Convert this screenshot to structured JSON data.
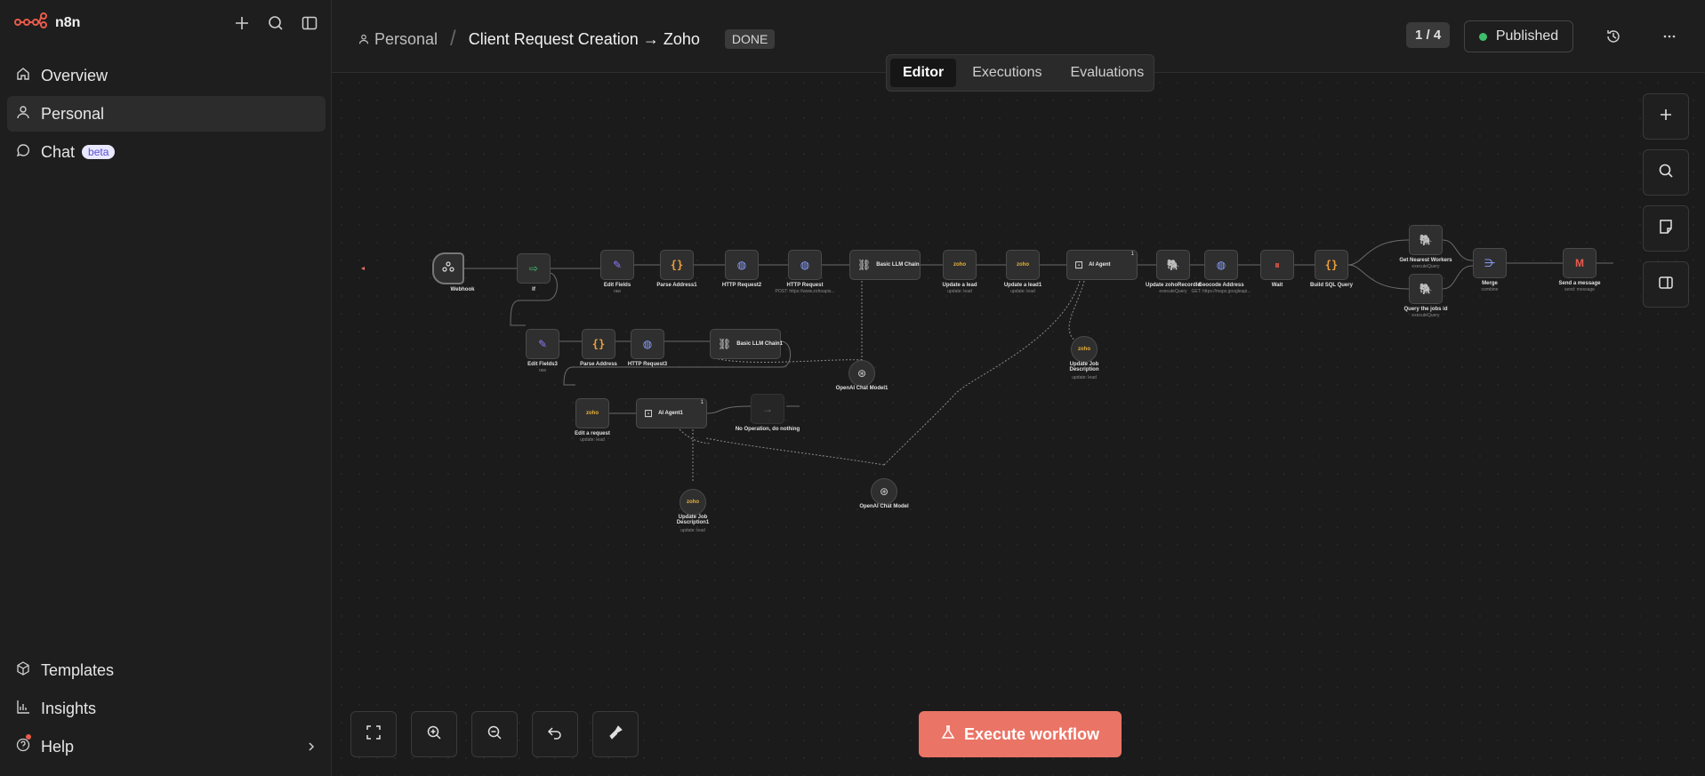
{
  "brand": {
    "name": "n8n"
  },
  "sidebar": {
    "items": [
      {
        "label": "Overview",
        "icon": "home-icon"
      },
      {
        "label": "Personal",
        "icon": "user-icon"
      },
      {
        "label": "Chat",
        "icon": "chat-icon",
        "badge": "beta"
      }
    ],
    "bottom": [
      {
        "label": "Templates",
        "icon": "templates-icon"
      },
      {
        "label": "Insights",
        "icon": "insights-icon"
      },
      {
        "label": "Help",
        "icon": "help-icon"
      }
    ]
  },
  "header": {
    "project": "Personal",
    "title": "Client Request Creation → Zoho",
    "tag": "DONE",
    "page_count": "1 / 4",
    "status": "Published"
  },
  "tabs": [
    "Editor",
    "Executions",
    "Evaluations"
  ],
  "execute_label": "Execute workflow",
  "nodes": {
    "webhook": "Webhook",
    "if": "If",
    "edit_fields": {
      "title": "Edit Fields",
      "sub": "raw"
    },
    "parse_address1": "Parse Address1",
    "http_request2": "HTTP Request2",
    "http_request": {
      "title": "HTTP Request",
      "sub": "POST: https://www.zohoapis..."
    },
    "basic_llm_chain": "Basic LLM Chain",
    "update_lead": {
      "title": "Update a lead",
      "sub": "update: lead"
    },
    "update_lead1": {
      "title": "Update a lead1",
      "sub": "update: lead"
    },
    "ai_agent": "AI Agent",
    "update_zoho_record": {
      "title": "Update zohoRecordId",
      "sub": "executeQuery"
    },
    "geocode": {
      "title": "Geocode Address",
      "sub": "GET: https://maps.googleapi..."
    },
    "wait": "Wait",
    "build_sql": "Build SQL Query",
    "get_nearest": {
      "title": "Get Nearest Workers",
      "sub": "executeQuery"
    },
    "query_jobs": {
      "title": "Query the jobs id",
      "sub": "executeQuery"
    },
    "merge": {
      "title": "Merge",
      "sub": "combine"
    },
    "send_message": {
      "title": "Send a message",
      "sub": "send: message"
    },
    "edit_fields3": {
      "title": "Edit Fields3",
      "sub": "raw"
    },
    "parse_address": "Parse Address",
    "http_request3": "HTTP Request3",
    "basic_llm_chain1": "Basic LLM Chain1",
    "openai_model1": "OpenAI Chat Model1",
    "update_job_desc": {
      "title": "Update Job Description",
      "sub": "update: lead"
    },
    "edit_request": {
      "title": "Edit a request",
      "sub": "update: lead"
    },
    "ai_agent1": "AI Agent1",
    "no_op": "No Operation, do nothing",
    "update_job_desc1": {
      "title": "Update Job Description1",
      "sub": "update: lead"
    },
    "openai_model": "OpenAI Chat Model",
    "agent_count": "1",
    "zoho_glyph": "zoho"
  }
}
